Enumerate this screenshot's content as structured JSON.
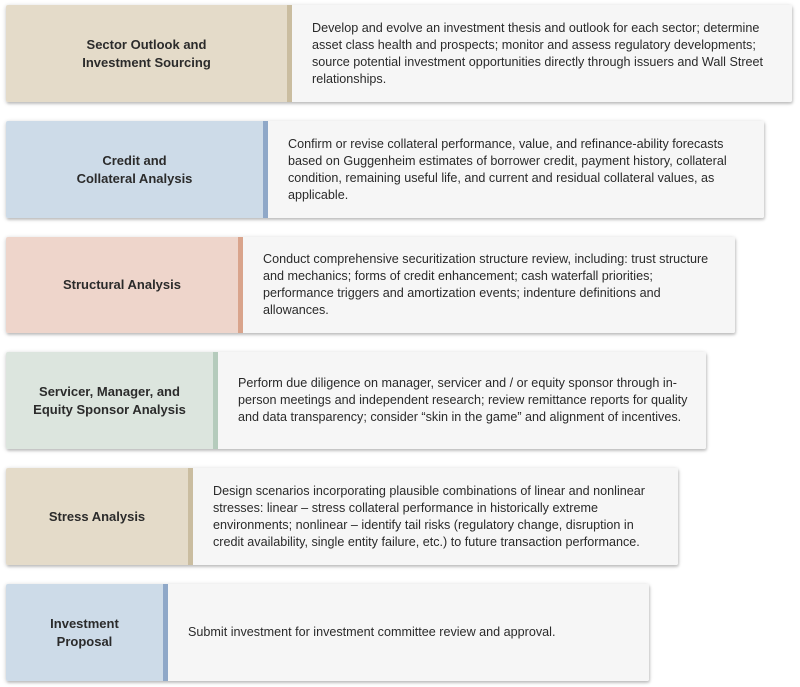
{
  "steps": [
    {
      "label_lines": [
        "Sector Outlook and",
        "Investment Sourcing"
      ],
      "description": "Develop and evolve an investment thesis and outlook for each sector; determine asset class health and prospects; monitor and assess regulatory developments; source potential investment opportunities directly through issuers and Wall Street relationships.",
      "label_bg": "#e4dbc9",
      "accent": "#cabda0"
    },
    {
      "label_lines": [
        "Credit and",
        "Collateral Analysis"
      ],
      "description": "Confirm or revise collateral performance, value, and refinance-ability forecasts based on Guggenheim estimates of borrower credit, payment history, collateral condition, remaining useful life, and current and residual collateral values, as applicable.",
      "label_bg": "#cddbe8",
      "accent": "#8fa8c8"
    },
    {
      "label_lines": [
        "Structural Analysis"
      ],
      "description": "Conduct comprehensive securitization structure review, including: trust structure and mechanics; forms of credit enhancement; cash waterfall priorities; performance triggers and amortization events; indenture definitions and allowances.",
      "label_bg": "#eed5cb",
      "accent": "#d9a48c"
    },
    {
      "label_lines": [
        "Servicer, Manager, and",
        "Equity Sponsor Analysis"
      ],
      "description": "Perform due diligence on manager, servicer and / or equity sponsor through in-person meetings and independent research; review remittance reports for quality and data transparency; consider “skin in the game” and alignment of incentives.",
      "label_bg": "#dce5de",
      "accent": "#b5cbbc"
    },
    {
      "label_lines": [
        "Stress Analysis"
      ],
      "description": "Design scenarios incorporating plausible combinations of linear and nonlinear stresses: linear – stress collateral performance in historically extreme environments; nonlinear – identify tail risks (regulatory change, disruption in credit availability, single entity failure, etc.) to future transaction performance.",
      "label_bg": "#e4dbc9",
      "accent": "#cabda0"
    },
    {
      "label_lines": [
        "Investment",
        "Proposal"
      ],
      "description": "Submit investment for investment committee review and approval.",
      "label_bg": "#cddbe8",
      "accent": "#8fa8c8"
    }
  ]
}
